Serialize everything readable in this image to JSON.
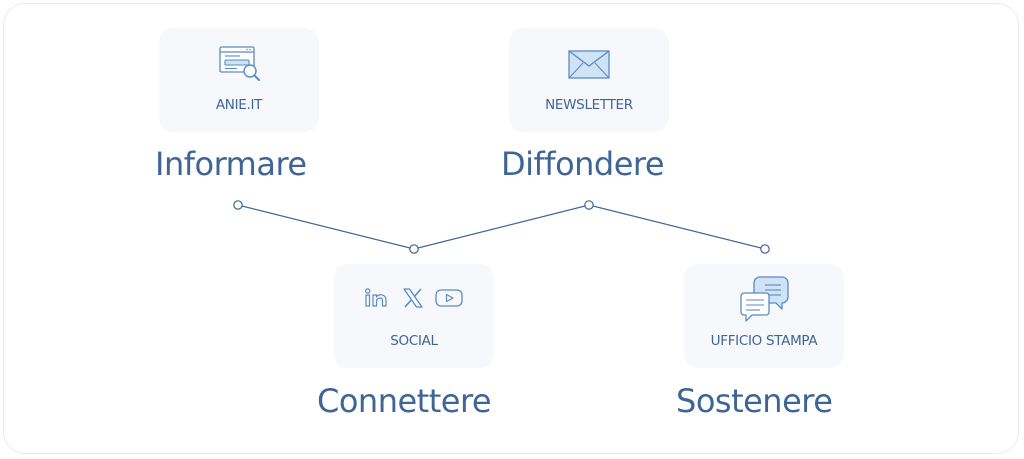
{
  "colors": {
    "accent": "#3f6596",
    "icon": "#5a8bc4",
    "icon_fill": "#cfe3f5",
    "card_bg": "#f6f8fb"
  },
  "nodes": [
    {
      "heading": "Informare",
      "card_label": "ANIE.IT",
      "icon": "browser-search-icon"
    },
    {
      "heading": "Connettere",
      "card_label": "SOCIAL",
      "icons": [
        "linkedin-icon",
        "x-icon",
        "youtube-icon"
      ]
    },
    {
      "heading": "Diffondere",
      "card_label": "NEWSLETTER",
      "icon": "envelope-icon"
    },
    {
      "heading": "Sostenere",
      "card_label": "UFFICIO STAMPA",
      "icon": "chat-bubbles-icon"
    }
  ]
}
